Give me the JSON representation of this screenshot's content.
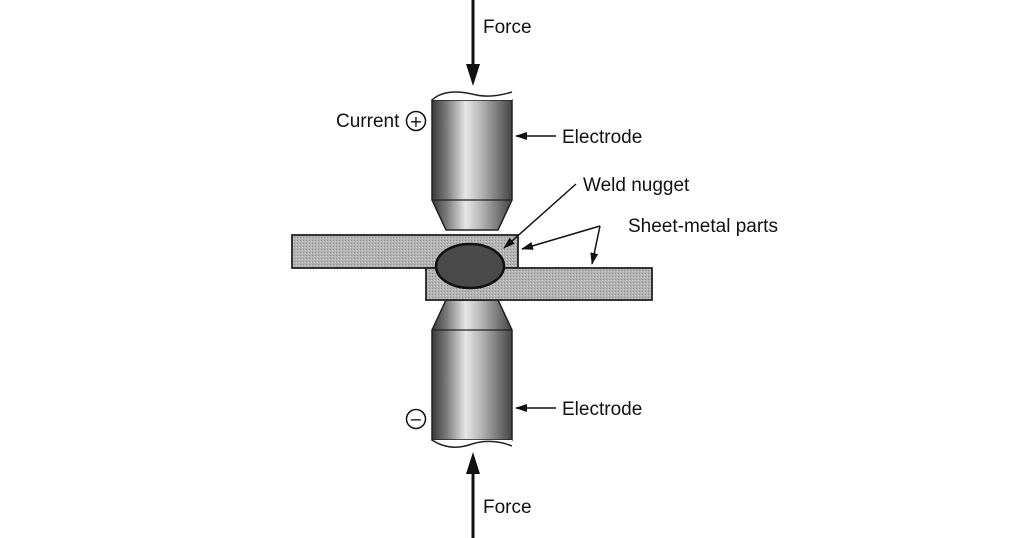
{
  "labels": {
    "force_top": "Force",
    "force_bottom": "Force",
    "current": "Current",
    "positive_sign": "+",
    "negative_sign": "−",
    "electrode_top": "Electrode",
    "electrode_bottom": "Electrode",
    "weld_nugget": "Weld nugget",
    "sheet_metal_parts": "Sheet-metal parts"
  }
}
